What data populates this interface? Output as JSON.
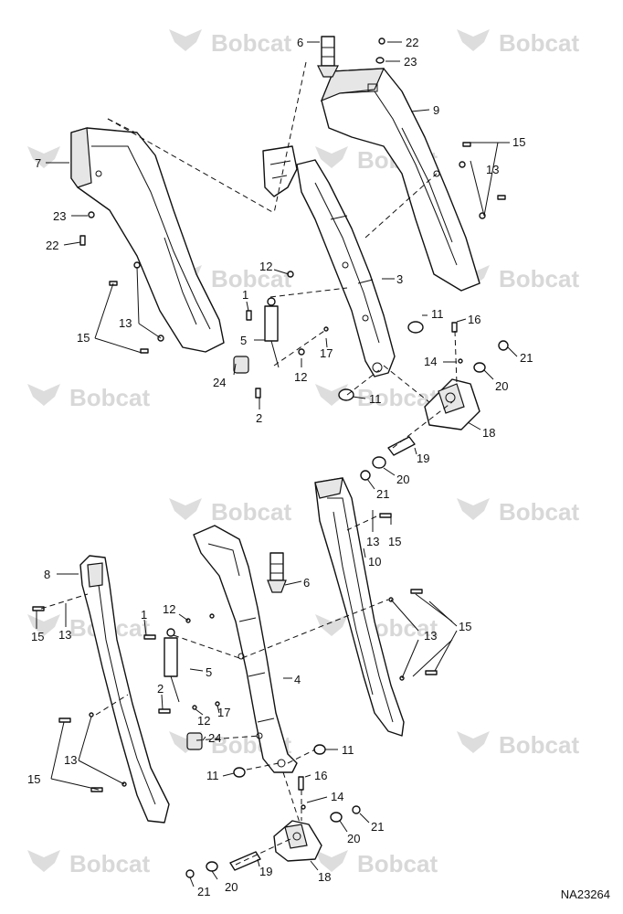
{
  "watermark": {
    "text": "Bobcat"
  },
  "reference_code": "NA23264",
  "callouts": [
    {
      "id": "c6a",
      "text": "6"
    },
    {
      "id": "c22a",
      "text": "22"
    },
    {
      "id": "c23a",
      "text": "23"
    },
    {
      "id": "c7",
      "text": "7"
    },
    {
      "id": "c9",
      "text": "9"
    },
    {
      "id": "c15a",
      "text": "15"
    },
    {
      "id": "c13a",
      "text": "13"
    },
    {
      "id": "c23b",
      "text": "23"
    },
    {
      "id": "c22b",
      "text": "22"
    },
    {
      "id": "c12a",
      "text": "12"
    },
    {
      "id": "c3",
      "text": "3"
    },
    {
      "id": "c1a",
      "text": "1"
    },
    {
      "id": "c13b",
      "text": "13"
    },
    {
      "id": "c15b",
      "text": "15"
    },
    {
      "id": "c5a",
      "text": "5"
    },
    {
      "id": "c11a",
      "text": "11"
    },
    {
      "id": "c16a",
      "text": "16"
    },
    {
      "id": "c17a",
      "text": "17"
    },
    {
      "id": "c14a",
      "text": "14"
    },
    {
      "id": "c21a",
      "text": "21"
    },
    {
      "id": "c24a",
      "text": "24"
    },
    {
      "id": "c12b",
      "text": "12"
    },
    {
      "id": "c20a",
      "text": "20"
    },
    {
      "id": "c11b",
      "text": "11"
    },
    {
      "id": "c2a",
      "text": "2"
    },
    {
      "id": "c18a",
      "text": "18"
    },
    {
      "id": "c19a",
      "text": "19"
    },
    {
      "id": "c20b",
      "text": "20"
    },
    {
      "id": "c21b",
      "text": "21"
    },
    {
      "id": "c13c",
      "text": "13"
    },
    {
      "id": "c15c",
      "text": "15"
    },
    {
      "id": "c10",
      "text": "10"
    },
    {
      "id": "c8",
      "text": "8"
    },
    {
      "id": "c6b",
      "text": "6"
    },
    {
      "id": "c15d",
      "text": "15"
    },
    {
      "id": "c13d",
      "text": "13"
    },
    {
      "id": "c1b",
      "text": "1"
    },
    {
      "id": "c12c",
      "text": "12"
    },
    {
      "id": "c13e",
      "text": "13"
    },
    {
      "id": "c15e",
      "text": "15"
    },
    {
      "id": "c5b",
      "text": "5"
    },
    {
      "id": "c4",
      "text": "4"
    },
    {
      "id": "c2b",
      "text": "2"
    },
    {
      "id": "c12d",
      "text": "12"
    },
    {
      "id": "c17b",
      "text": "17"
    },
    {
      "id": "c24b",
      "text": "24"
    },
    {
      "id": "c13f",
      "text": "13"
    },
    {
      "id": "c15f",
      "text": "15"
    },
    {
      "id": "c11c",
      "text": "11"
    },
    {
      "id": "c11d",
      "text": "11"
    },
    {
      "id": "c16b",
      "text": "16"
    },
    {
      "id": "c14b",
      "text": "14"
    },
    {
      "id": "c21c",
      "text": "21"
    },
    {
      "id": "c20c",
      "text": "20"
    },
    {
      "id": "c19b",
      "text": "19"
    },
    {
      "id": "c18b",
      "text": "18"
    },
    {
      "id": "c21d",
      "text": "21"
    },
    {
      "id": "c20d",
      "text": "20"
    }
  ]
}
